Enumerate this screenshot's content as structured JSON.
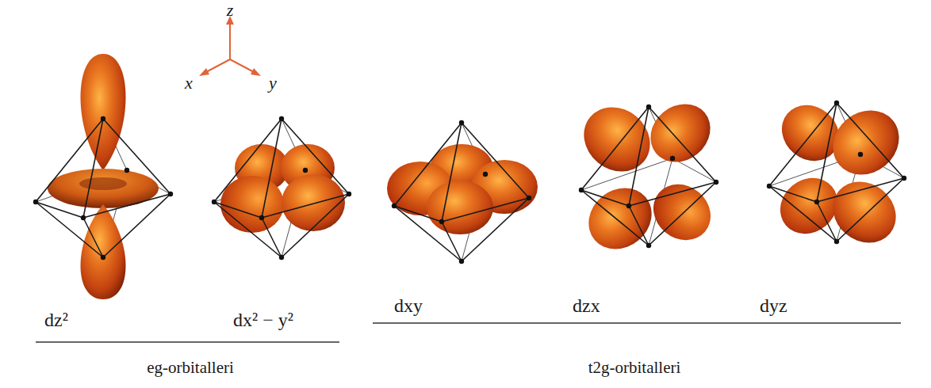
{
  "diagram": {
    "labels": [
      "z",
      "x",
      "y",
      "dz²",
      "dx² − y²",
      "dxy",
      "dzx",
      "dyz",
      "eg-orbitalleri",
      "t2g-orbitalleri"
    ]
  }
}
